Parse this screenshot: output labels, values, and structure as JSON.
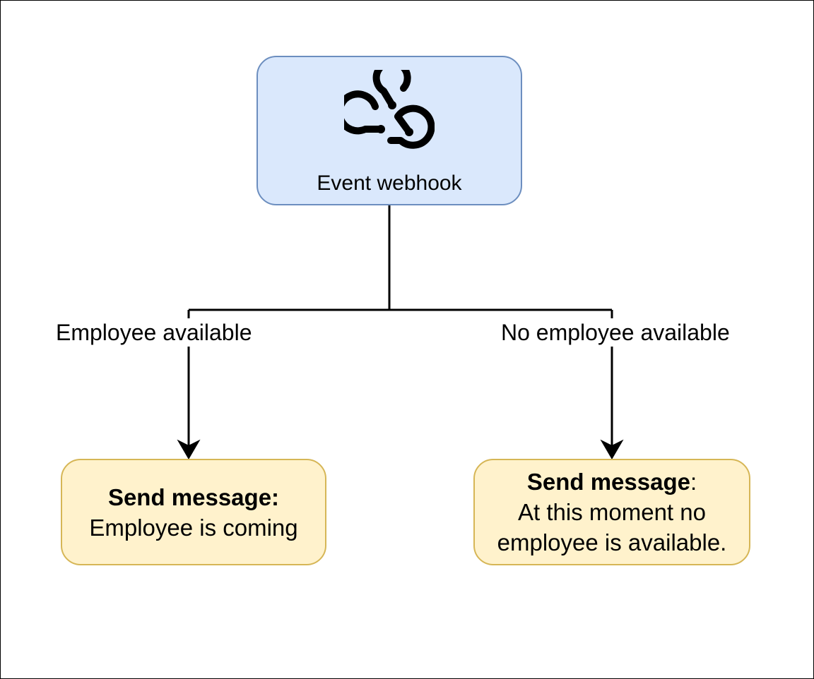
{
  "trigger": {
    "label": "Event webhook",
    "icon": "webhook-icon"
  },
  "branches": {
    "left": {
      "condition": "Employee available",
      "action_title": "Send message:",
      "action_text": "Employee is coming"
    },
    "right": {
      "condition": "No employee available",
      "action_title": "Send message",
      "action_title_suffix": ":",
      "action_text_line1": "At this moment no",
      "action_text_line2": "employee is available."
    }
  },
  "colors": {
    "trigger_fill": "#dae8fc",
    "trigger_stroke": "#6c8ebf",
    "action_fill": "#fff2cc",
    "action_stroke": "#d6b656",
    "line": "#000000"
  }
}
